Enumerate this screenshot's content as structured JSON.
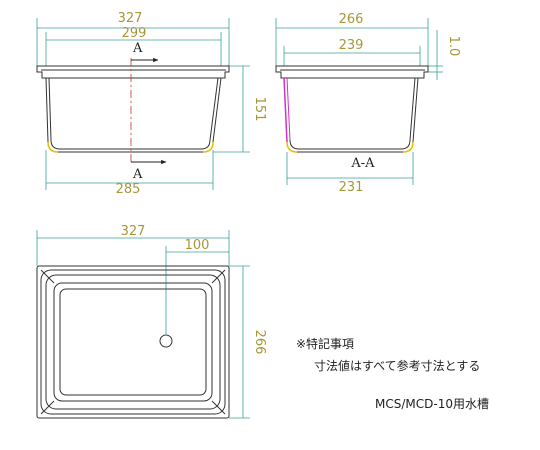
{
  "colors": {
    "dimension": "#3aa39a",
    "dimension_text": "#a8973a",
    "outline": "#333333",
    "section_line": "#cc3333",
    "section_highlight": "#cc33cc",
    "corner_highlight": "#e8c000"
  },
  "front_view": {
    "overall_width": "327",
    "inner_width": "299",
    "bottom_width": "285",
    "height": "151",
    "section_label_top": "A",
    "section_label_bottom": "A"
  },
  "side_view": {
    "overall_width": "266",
    "inner_width": "239",
    "bottom_width": "231",
    "flange_thickness": "1.0",
    "section_title": "A-A"
  },
  "top_view": {
    "overall_width": "327",
    "drain_offset": "100",
    "depth": "266"
  },
  "notes": {
    "heading": "※特記事項",
    "body": "寸法値はすべて参考寸法とする",
    "model": "MCS/MCD-10用水槽"
  }
}
